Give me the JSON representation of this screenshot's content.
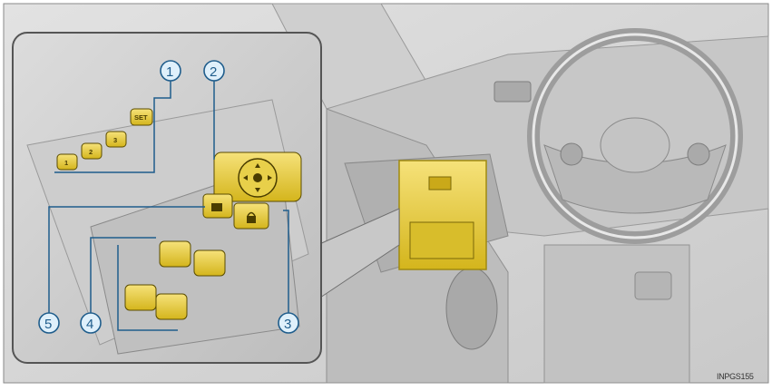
{
  "figure_code": "INPGS155",
  "callouts": [
    {
      "number": "1"
    },
    {
      "number": "2"
    },
    {
      "number": "3"
    },
    {
      "number": "4"
    },
    {
      "number": "5"
    }
  ],
  "memory_buttons": [
    {
      "label": "1"
    },
    {
      "label": "2"
    },
    {
      "label": "3"
    },
    {
      "label": "SET"
    }
  ],
  "colors": {
    "highlight": "#e5cc2a",
    "callout": "#1f5d8c",
    "callout_fill": "#dff0fb",
    "background": "#d4d4d4"
  }
}
